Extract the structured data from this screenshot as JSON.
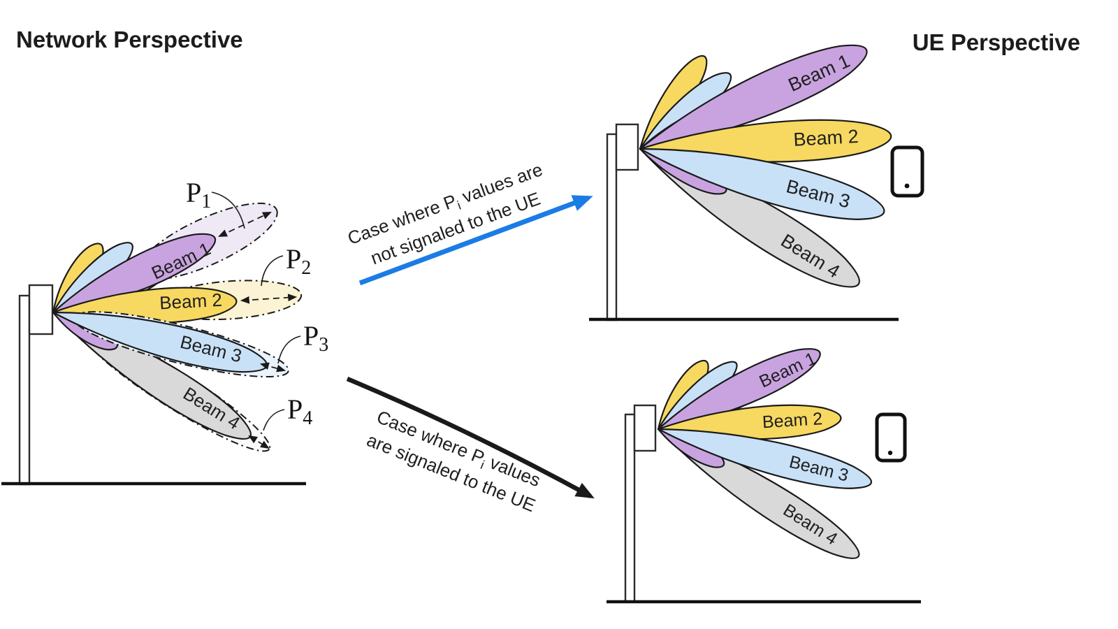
{
  "titles": {
    "network": "Network Perspective",
    "ue": "UE Perspective"
  },
  "beam_labels": [
    "Beam 1",
    "Beam 2",
    "Beam 3",
    "Beam 4"
  ],
  "p_labels": [
    {
      "base": "P",
      "sub": "1"
    },
    {
      "base": "P",
      "sub": "2"
    },
    {
      "base": "P",
      "sub": "3"
    },
    {
      "base": "P",
      "sub": "4"
    }
  ],
  "arrow_top": {
    "pre": "Case where P",
    "sub": "i",
    "post": " values are",
    "line2": "not signaled to the UE"
  },
  "arrow_bottom": {
    "pre": "Case where P",
    "sub": "i",
    "post": " values",
    "line2": "are signaled to the UE"
  },
  "colors": {
    "beam_purple": "#C9A3E0",
    "beam_yellow": "#F7D860",
    "beam_blue": "#C8E1F7",
    "beam_gray": "#D9D9D9",
    "pale_purple": "#EFE9F6",
    "pale_yellow": "#FBF3D3",
    "pale_blue": "#EAF3FC",
    "pale_gray": "#FBFBFB",
    "arrow_blue": "#1B7CE5",
    "arrow_black": "#1A1A1A",
    "ink": "#1A1A1A"
  }
}
